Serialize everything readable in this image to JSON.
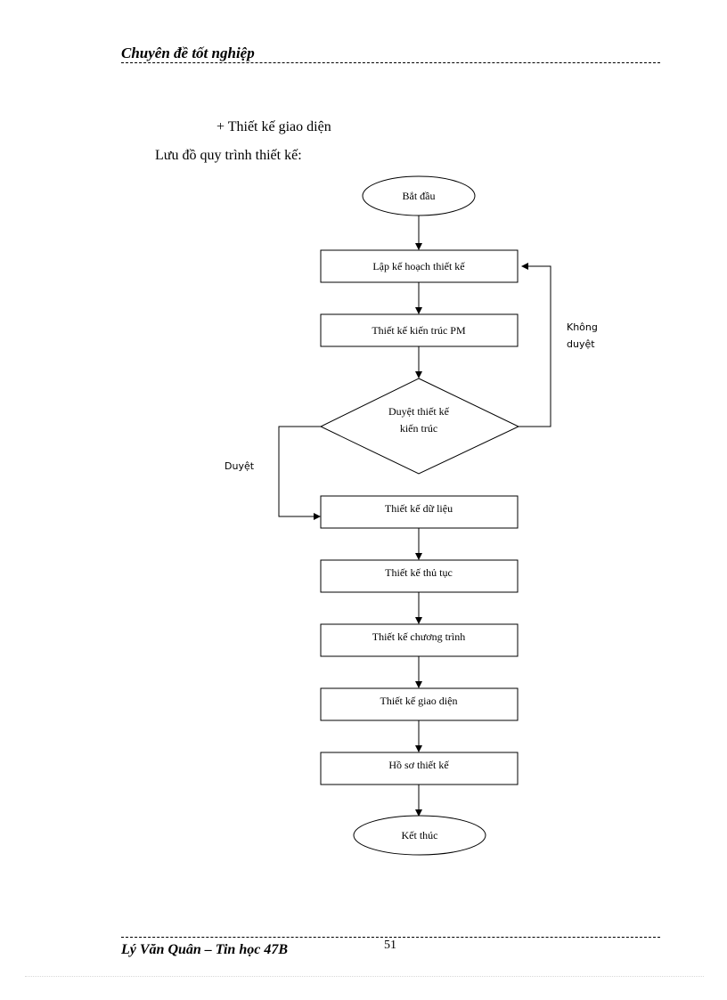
{
  "header": {
    "title": "Chuyên đề tốt nghiệp"
  },
  "body": {
    "section_heading": "+ Thiết kế giao diện",
    "flow_caption": "Lưu đồ quy trình thiết kế:"
  },
  "flowchart": {
    "start": "Bắt đầu",
    "steps": [
      "Lập kế hoạch thiết kế",
      "Thiết kế kiến trúc PM"
    ],
    "decision_line1": "Duyệt thiết kế",
    "decision_line2": "kiến trúc",
    "no_label_line1": "Không",
    "no_label_line2": "duyệt",
    "yes_label": "Duyệt",
    "after_steps": [
      "Thiết kế dữ liệu",
      "Thiết kế thủ tục",
      "Thiết kế chương trình",
      "Thiết kế giao diện",
      "Hồ sơ thiết kế"
    ],
    "end": "Kết thúc"
  },
  "footer": {
    "author": "Lý Văn Quân – Tin học 47B",
    "page_number": "51"
  }
}
